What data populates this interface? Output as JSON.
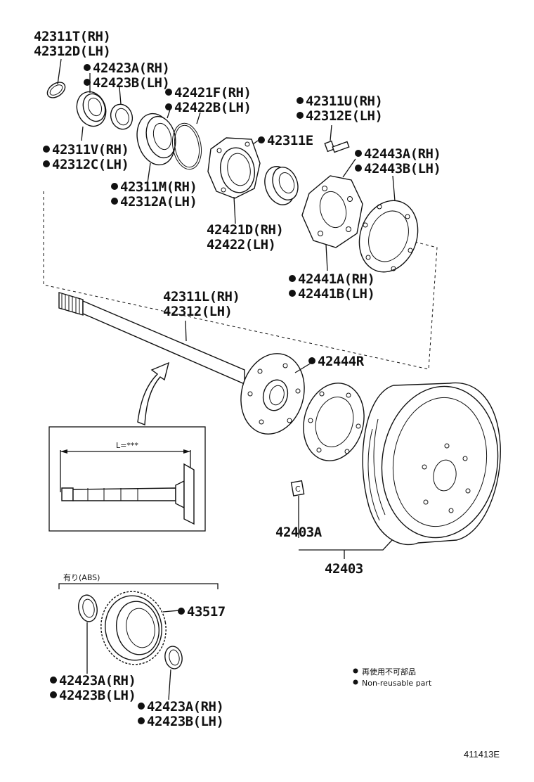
{
  "diagram": {
    "drawing_code": "411413E",
    "legend": {
      "ja": "再使用不可部品",
      "en": "Non-reusable part"
    },
    "abs_group_label": "有り(ABS)",
    "inset_dimension": "L=***",
    "parts": [
      {
        "id": "p1",
        "lines": [
          "42311T(RH)",
          "42312D(LH)"
        ],
        "nonreusable": false
      },
      {
        "id": "p2",
        "lines": [
          "42423A(RH)",
          "42423B(LH)"
        ],
        "nonreusable": true
      },
      {
        "id": "p3",
        "lines": [
          "42421F(RH)",
          "42422B(LH)"
        ],
        "nonreusable": true
      },
      {
        "id": "p4",
        "lines": [
          "42311V(RH)",
          "42312C(LH)"
        ],
        "nonreusable": true
      },
      {
        "id": "p5",
        "lines": [
          "42311M(RH)",
          "42312A(LH)"
        ],
        "nonreusable": true
      },
      {
        "id": "p6",
        "lines": [
          "42311E"
        ],
        "nonreusable": true
      },
      {
        "id": "p7",
        "lines": [
          "42311U(RH)",
          "42312E(LH)"
        ],
        "nonreusable": true
      },
      {
        "id": "p8",
        "lines": [
          "42443A(RH)",
          "42443B(LH)"
        ],
        "nonreusable": true
      },
      {
        "id": "p9",
        "lines": [
          "42421D(RH)",
          "42422(LH)"
        ],
        "nonreusable": false
      },
      {
        "id": "p10",
        "lines": [
          "42441A(RH)",
          "42441B(LH)"
        ],
        "nonreusable": true
      },
      {
        "id": "p11",
        "lines": [
          "42311L(RH)",
          "42312(LH)"
        ],
        "nonreusable": false
      },
      {
        "id": "p12",
        "lines": [
          "42444R"
        ],
        "nonreusable": true
      },
      {
        "id": "p13",
        "lines": [
          "42403A"
        ],
        "nonreusable": false
      },
      {
        "id": "p14",
        "lines": [
          "42403"
        ],
        "nonreusable": false
      },
      {
        "id": "p15",
        "lines": [
          "43517"
        ],
        "nonreusable": true
      },
      {
        "id": "p16",
        "lines": [
          "42423A(RH)",
          "42423B(LH)"
        ],
        "nonreusable": true
      },
      {
        "id": "p17",
        "lines": [
          "42423A(RH)",
          "42423B(LH)"
        ],
        "nonreusable": true
      }
    ]
  }
}
